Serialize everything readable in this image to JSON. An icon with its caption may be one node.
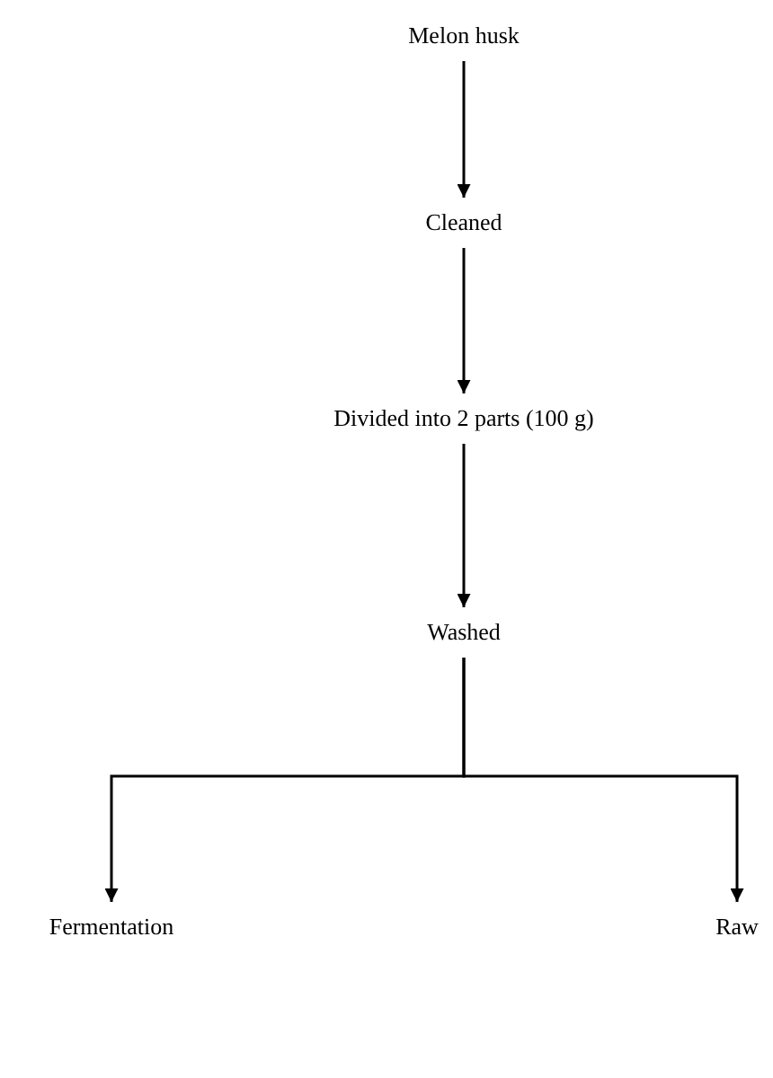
{
  "diagram": {
    "nodes": [
      {
        "text": [
          "Melon husk"
        ]
      },
      {
        "text": [
          "Cleaned"
        ]
      },
      {
        "text": [
          "Divided into 2 parts (100 g)"
        ]
      },
      {
        "text": [
          "Washed"
        ]
      },
      {
        "text": [
          "Fermentation"
        ]
      },
      {
        "text": [
          "Raw"
        ]
      }
    ],
    "edges": [
      {
        "from": 0,
        "to": 1,
        "arrow": "to"
      },
      {
        "from": 1,
        "to": 2,
        "arrow": "to"
      },
      {
        "from": 2,
        "to": 3,
        "arrow": "to"
      },
      {
        "from": 3,
        "to": 4,
        "arrow": "to"
      },
      {
        "from": 3,
        "to": 5,
        "arrow": "to"
      }
    ]
  }
}
